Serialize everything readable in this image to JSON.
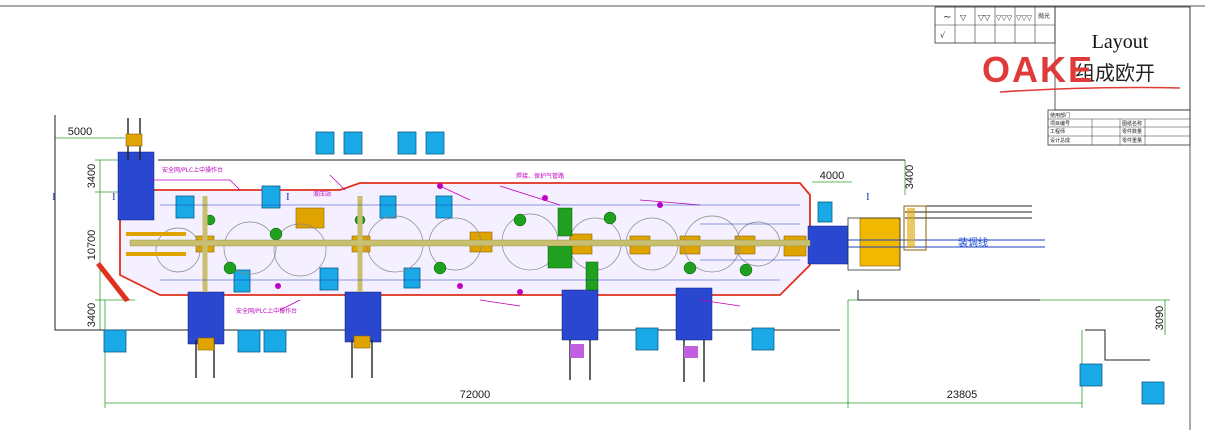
{
  "title_block": {
    "title": "Layout",
    "subtitle": "组成欧开",
    "logo": "OAKE",
    "logo_cn": "欧开",
    "polish_label": "抛光",
    "rows_left": [
      "使用部门",
      "项目编号",
      "工程师",
      "设计总成"
    ],
    "rows_mid": [
      "图纸名称",
      "零件数量",
      "零件重量"
    ]
  },
  "dimensions": {
    "total_length": "72000",
    "tail_length": "23805",
    "left_offset": "5000",
    "top_gap": "3400",
    "body_width": "10700",
    "bottom_gap": "3400",
    "right_top_gap": "3400",
    "right_span": "4000",
    "right_bottom_gap": "3090"
  },
  "labels": {
    "assembly_line": "装调线",
    "safety_fence_top": "安全网/PLC上中操作台",
    "safety_fence_bot": "安全网/PLC上中操作台",
    "gas_pipe": "焊接、保护气管路",
    "hydraulic": "液压站"
  },
  "colors": {
    "frame": "#e0301e",
    "conveyor": "#1f3fbf",
    "fixture": "#e0a400",
    "robot": "#1fa01f",
    "cell_blue": "#19a9e6",
    "magenta": "#c000c0",
    "dim_green": "#2aa02a"
  }
}
